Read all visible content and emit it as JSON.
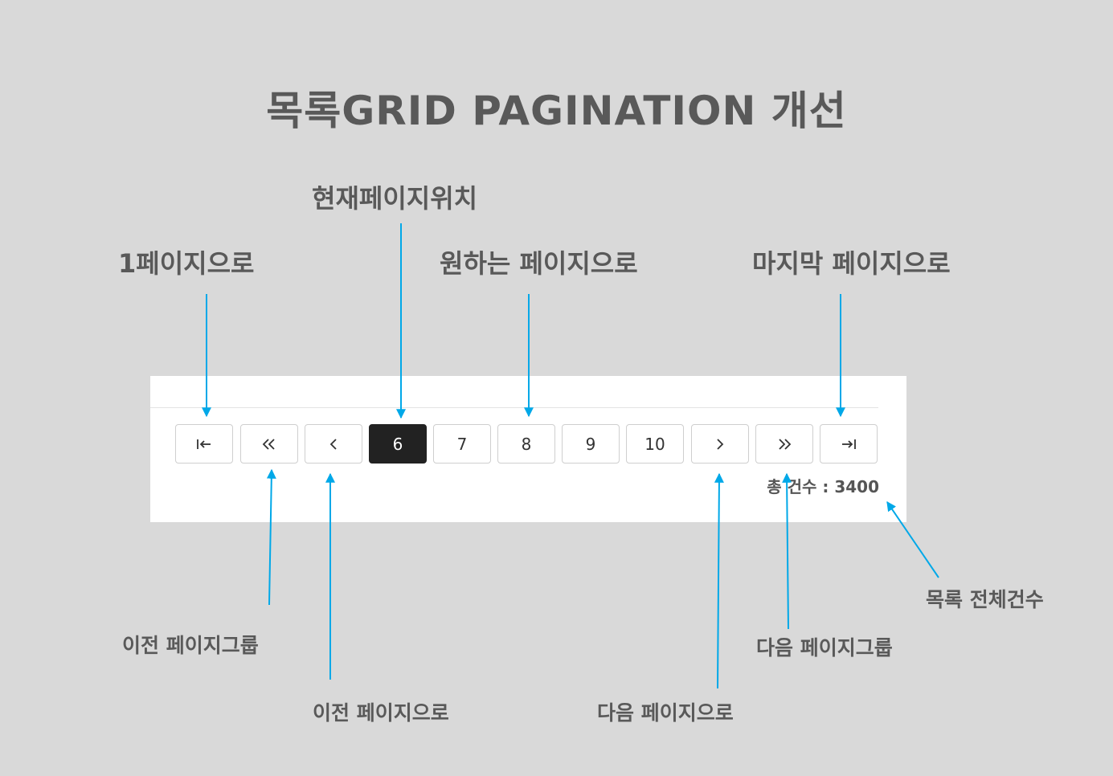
{
  "title": "목록GRID PAGINATION 개선",
  "labels": {
    "current_page": "현재페이지위치",
    "first_page": "1페이지으로",
    "desired_page": "원하는 페이지으로",
    "last_page": "마지막 페이지으로",
    "prev_group": "이전 페이지그룹",
    "prev_page": "이전 페이지으로",
    "next_page": "다음 페이지으로",
    "next_group": "다음 페이지그룹",
    "total_count_label": "목록 전체건수"
  },
  "pagination": {
    "pages": [
      "6",
      "7",
      "8",
      "9",
      "10"
    ],
    "active_page": "6",
    "buttons": [
      "first-page-icon",
      "double-chevron-left-icon",
      "chevron-left-icon",
      "chevron-right-icon",
      "double-chevron-right-icon",
      "last-page-icon"
    ],
    "total_text": "총 건수 : 3400"
  },
  "colors": {
    "background": "#d9d9d9",
    "arrow": "#00a8e8",
    "active_page": "#222222",
    "text": "#595959"
  }
}
